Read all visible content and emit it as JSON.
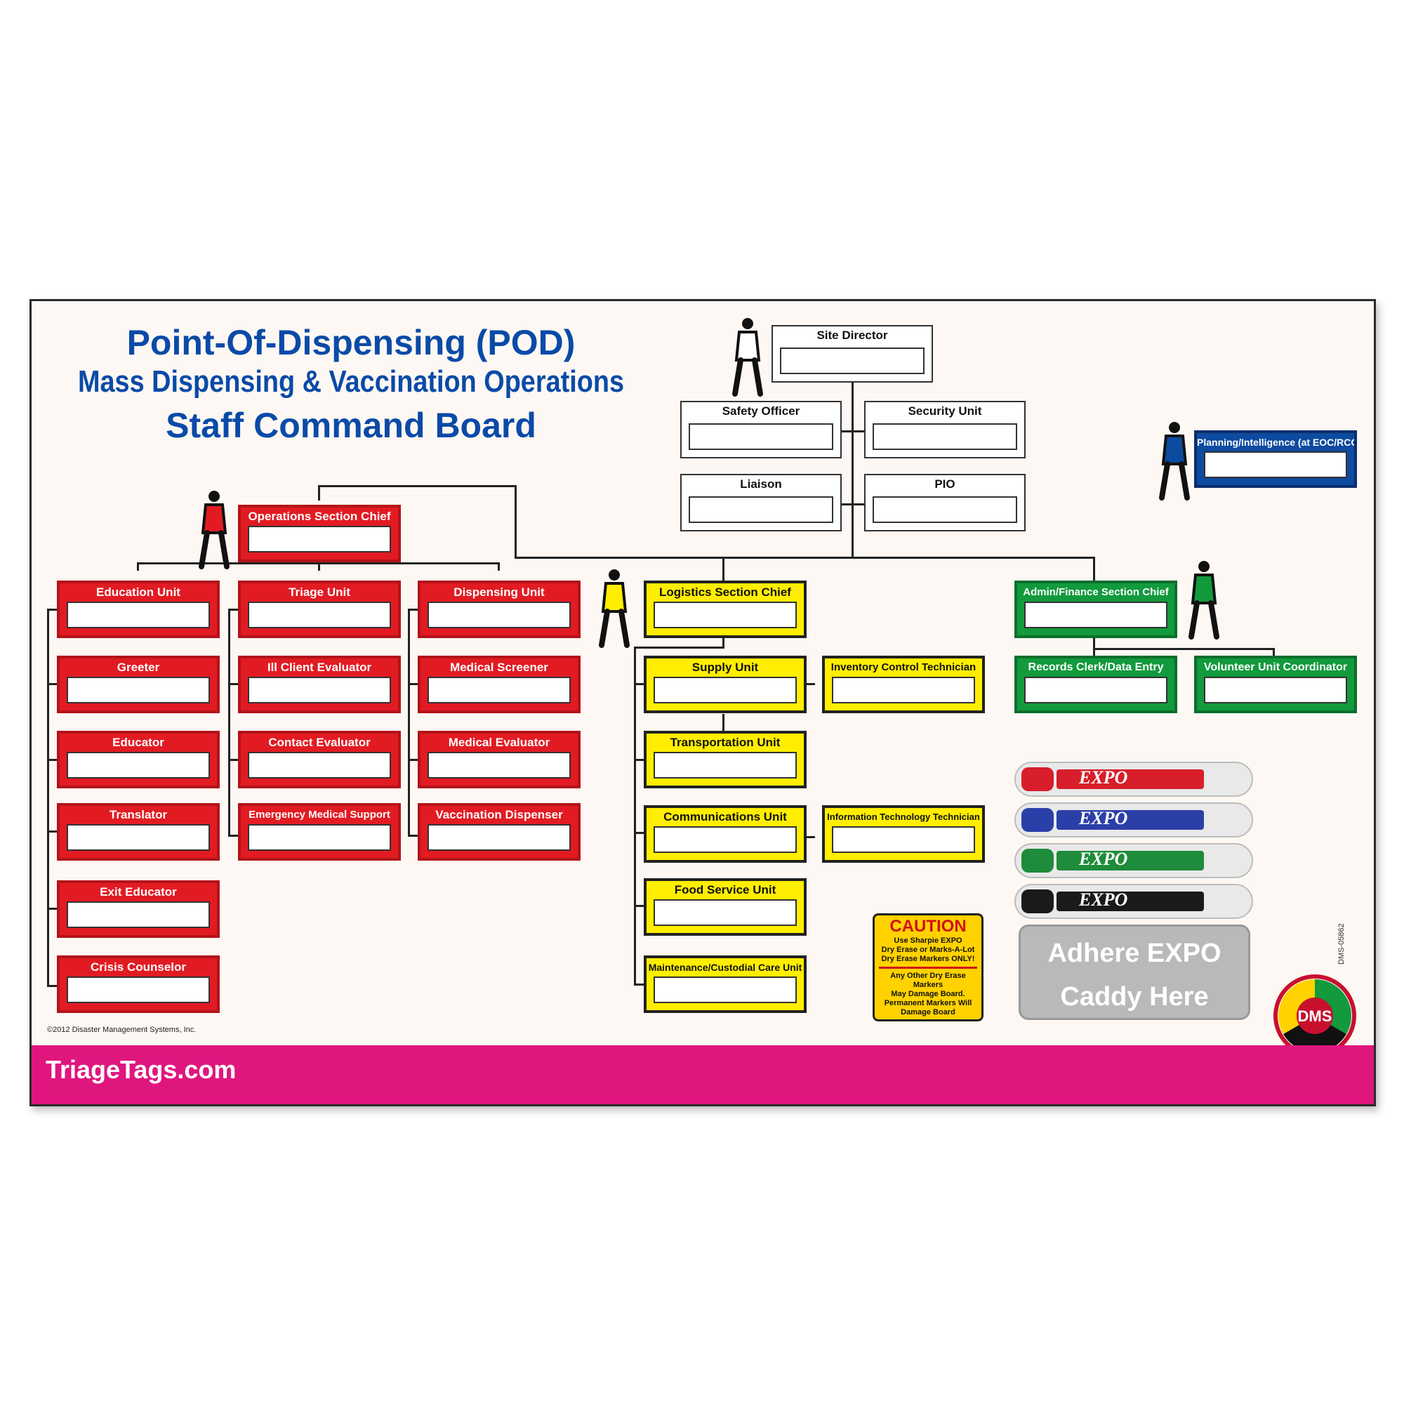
{
  "header": {
    "line1": "Point-Of-Dispensing (POD)",
    "line2": "Mass Dispensing & Vaccination Operations",
    "line3": "Staff Command Board"
  },
  "command_staff": {
    "site_director": "Site Director",
    "safety_officer": "Safety Officer",
    "security_unit": "Security Unit",
    "liaison": "Liaison",
    "pio": "PIO",
    "planning": "Planning/Intelligence (at EOC/RCC)"
  },
  "operations": {
    "chief": "Operations Section Chief",
    "education_column": [
      "Education Unit",
      "Greeter",
      "Educator",
      "Translator",
      "Exit Educator",
      "Crisis Counselor"
    ],
    "triage_column": [
      "Triage Unit",
      "Ill Client Evaluator",
      "Contact Evaluator",
      "Emergency Medical Support"
    ],
    "dispensing_column": [
      "Dispensing Unit",
      "Medical Screener",
      "Medical Evaluator",
      "Vaccination Dispenser"
    ]
  },
  "logistics": {
    "chief": "Logistics Section Chief",
    "units": [
      "Supply Unit",
      "Transportation Unit",
      "Communications Unit",
      "Food Service Unit",
      "Maintenance/Custodial Care Unit"
    ],
    "inventory": "Inventory Control Technician",
    "it": "Information Technology Technician"
  },
  "admin_finance": {
    "chief": "Admin/Finance Section Chief",
    "records": "Records Clerk/Data Entry",
    "volunteer": "Volunteer Unit Coordinator"
  },
  "caution": {
    "heading": "CAUTION",
    "line1": "Use Sharpie EXPO",
    "line2": "Dry Erase or Marks-A-Lot",
    "line3": "Dry Erase Markers ONLY!",
    "line4": "Any Other Dry Erase Markers",
    "line5": "May Damage Board.",
    "line6": "Permanent Markers Will",
    "line7": "Damage Board"
  },
  "caddy": {
    "line1": "Adhere EXPO",
    "line2": "Caddy Here"
  },
  "markers": {
    "brand": "EXPO",
    "colors": [
      "#d81e2a",
      "#2b3fa8",
      "#1e8c3a",
      "#1a1a1a"
    ]
  },
  "footer": {
    "copyright": "©2012 Disaster Management Systems, Inc.",
    "website": "TriageTags.com",
    "doc_code": "DMS-05862"
  },
  "logo": {
    "text": "DMS"
  },
  "colors": {
    "operations": "#e21b23",
    "logistics": "#ffee00",
    "admin_finance": "#129a3d",
    "planning": "#0d4ba0",
    "title": "#0a4aa8",
    "band": "#e0167f"
  }
}
